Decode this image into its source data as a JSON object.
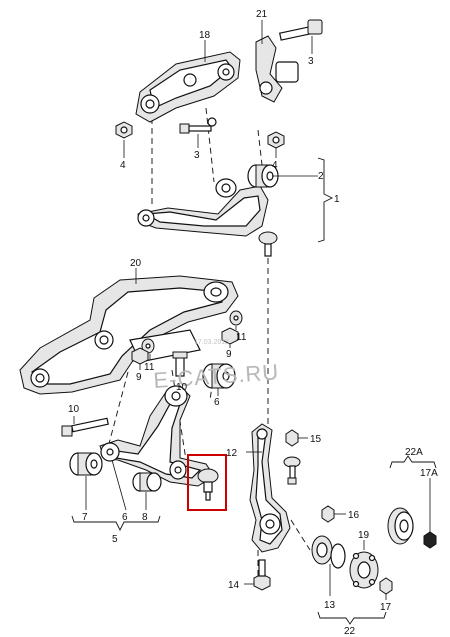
{
  "watermark": {
    "text": "E-CATS.RU",
    "small_text": "17.03.2015"
  },
  "highlight_color": "#cc0000",
  "callouts": [
    {
      "id": "c21",
      "text": "21"
    },
    {
      "id": "c18",
      "text": "18"
    },
    {
      "id": "c3a",
      "text": "3"
    },
    {
      "id": "c3b",
      "text": "3"
    },
    {
      "id": "c4a",
      "text": "4"
    },
    {
      "id": "c4b",
      "text": "4"
    },
    {
      "id": "c2",
      "text": "2"
    },
    {
      "id": "c1",
      "text": "1"
    },
    {
      "id": "c20",
      "text": "20"
    },
    {
      "id": "c11a",
      "text": "11"
    },
    {
      "id": "c11b",
      "text": "11"
    },
    {
      "id": "c9a",
      "text": "9"
    },
    {
      "id": "c9b",
      "text": "9"
    },
    {
      "id": "c10a",
      "text": "10"
    },
    {
      "id": "c10b",
      "text": "10"
    },
    {
      "id": "c6a",
      "text": "6"
    },
    {
      "id": "c12",
      "text": "12"
    },
    {
      "id": "c15",
      "text": "15"
    },
    {
      "id": "c22A",
      "text": "22A"
    },
    {
      "id": "c17A",
      "text": "17A"
    },
    {
      "id": "c16",
      "text": "16"
    },
    {
      "id": "c19",
      "text": "19"
    },
    {
      "id": "c14",
      "text": "14"
    },
    {
      "id": "c7",
      "text": "7"
    },
    {
      "id": "c6b",
      "text": "6"
    },
    {
      "id": "c8",
      "text": "8"
    },
    {
      "id": "c5",
      "text": "5"
    },
    {
      "id": "c13",
      "text": "13"
    },
    {
      "id": "c17b",
      "text": "17"
    },
    {
      "id": "c22",
      "text": "22"
    }
  ]
}
